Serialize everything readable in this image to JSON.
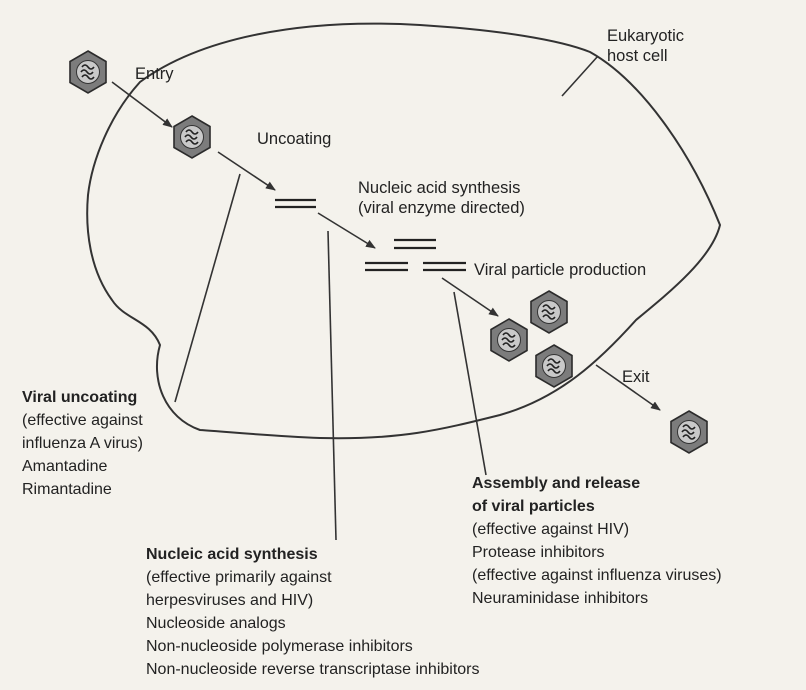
{
  "labels": {
    "host_cell": [
      "Eukaryotic",
      "host cell"
    ],
    "entry": "Entry",
    "uncoating": "Uncoating",
    "nucleic_acid": [
      "Nucleic acid synthesis",
      "(viral enzyme directed)"
    ],
    "particle_production": "Viral particle production",
    "exit": "Exit"
  },
  "drug_targets": {
    "uncoating": {
      "heading": "Viral uncoating",
      "lines": [
        "(effective against",
        "influenza A virus)",
        "Amantadine",
        "Rimantadine"
      ]
    },
    "nucleic_acid": {
      "heading": "Nucleic acid synthesis",
      "lines": [
        "(effective primarily against",
        "herpesviruses and HIV)",
        "Nucleoside analogs",
        "Non-nucleoside polymerase inhibitors",
        "Non-nucleoside reverse transcriptase inhibitors"
      ]
    },
    "assembly": {
      "heading": [
        "Assembly and release",
        "of viral particles"
      ],
      "lines": [
        "(effective against HIV)",
        "Protease inhibitors",
        "(effective against influenza viruses)",
        "Neuraminidase inhibitors"
      ]
    }
  }
}
